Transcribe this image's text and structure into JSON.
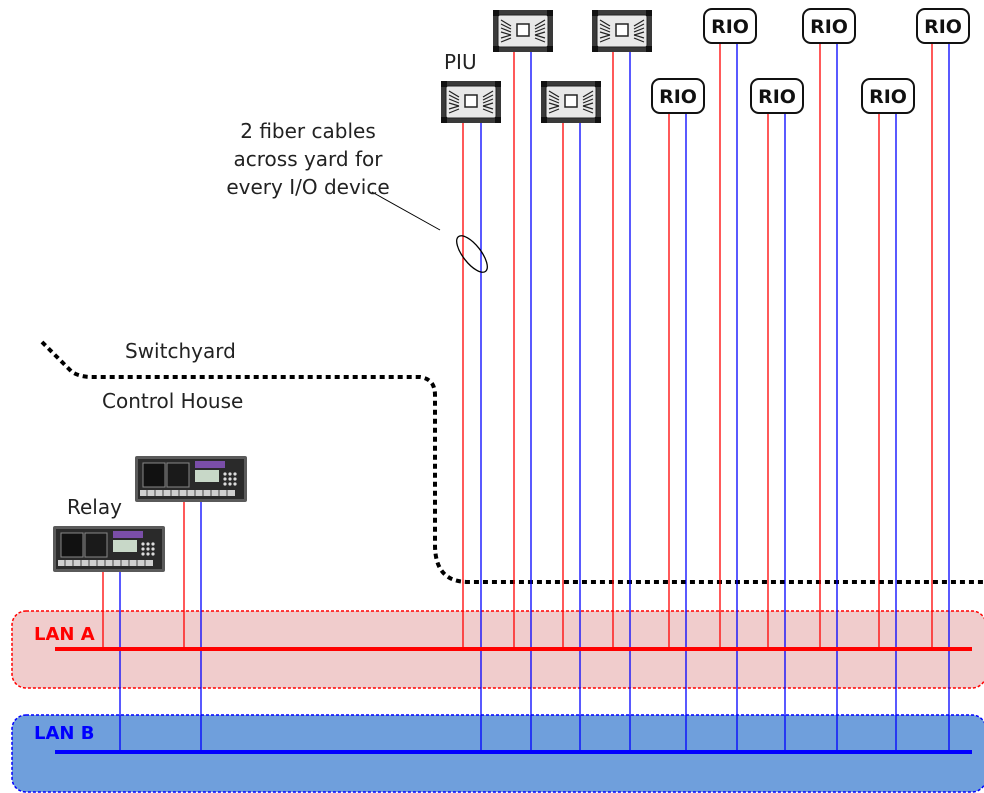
{
  "labels": {
    "piu": "PIU",
    "fiber_note": [
      "2 fiber cables",
      "across yard for",
      "every I/O device"
    ],
    "switchyard": "Switchyard",
    "control_house": "Control House",
    "relay": "Relay",
    "rio": "RIO",
    "lan_a": "LAN A",
    "lan_b": "LAN B"
  },
  "colors": {
    "lan_a_line": "#ff0000",
    "lan_a_fill": "#f0cccc",
    "lan_b_line": "#0000ff",
    "lan_b_fill": "#6f9fdc",
    "boundary": "#000000"
  },
  "icons": {
    "piu": "process-interface-unit-icon",
    "relay": "protection-relay-icon"
  }
}
